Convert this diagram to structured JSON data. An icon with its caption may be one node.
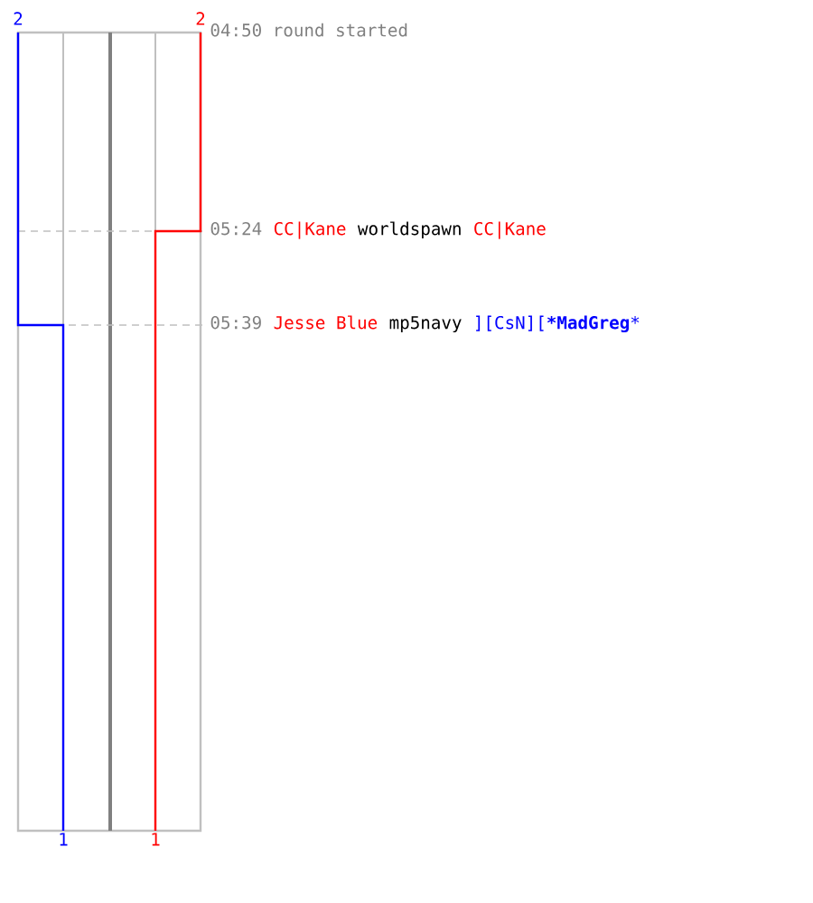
{
  "diagram": {
    "labels": [
      "2",
      "2",
      "04:50 round started",
      "05:24",
      "CC|Kane",
      "worldspawn",
      "CC|Kane",
      "05:39",
      "Jesse Blue",
      "mp5navy",
      "][CsN][***MadGreg***",
      "1",
      "1"
    ]
  }
}
